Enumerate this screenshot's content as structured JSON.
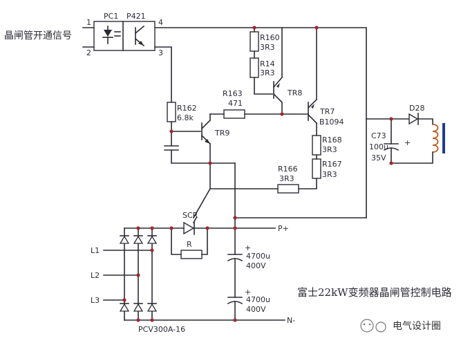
{
  "signal_label": "晶闸管开通信号",
  "optocoupler": {
    "ref": "PC1",
    "part": "P421",
    "pin1": "1",
    "pin2": "2",
    "pin3": "3",
    "pin4": "4"
  },
  "resistors": {
    "r160": {
      "ref": "R160",
      "val": "3R3"
    },
    "r14": {
      "ref": "R14",
      "val": "3R3"
    },
    "r162": {
      "ref": "R162",
      "val": "6.8k"
    },
    "r163": {
      "ref": "R163",
      "val": "471"
    },
    "r168": {
      "ref": "R168",
      "val": "3R3"
    },
    "r167": {
      "ref": "R167",
      "val": "3R3"
    },
    "r166": {
      "ref": "R166",
      "val": "3R3"
    },
    "r": {
      "ref": "R"
    }
  },
  "transistors": {
    "tr8": "TR8",
    "tr7": "TR7",
    "tr7_part": "B1094",
    "tr9": "TR9"
  },
  "diode": {
    "ref": "D28"
  },
  "cap_c73": {
    "ref": "C73",
    "cap": "100u",
    "volt": "35V",
    "plus": "+"
  },
  "thyristor": {
    "ref": "SCR"
  },
  "bus": {
    "p": "P+",
    "n": "N-"
  },
  "inputs": [
    "L1",
    "L2",
    "L3"
  ],
  "bulk_caps": [
    {
      "plus": "+",
      "cap": "4700u",
      "volt": "400V"
    },
    {
      "plus": "+",
      "cap": "4700u",
      "volt": "400V"
    }
  ],
  "bridge_part": "PCV300A-16",
  "title": "富士22kW变频器晶闸管控制电路",
  "watermark": "电气设计圈"
}
